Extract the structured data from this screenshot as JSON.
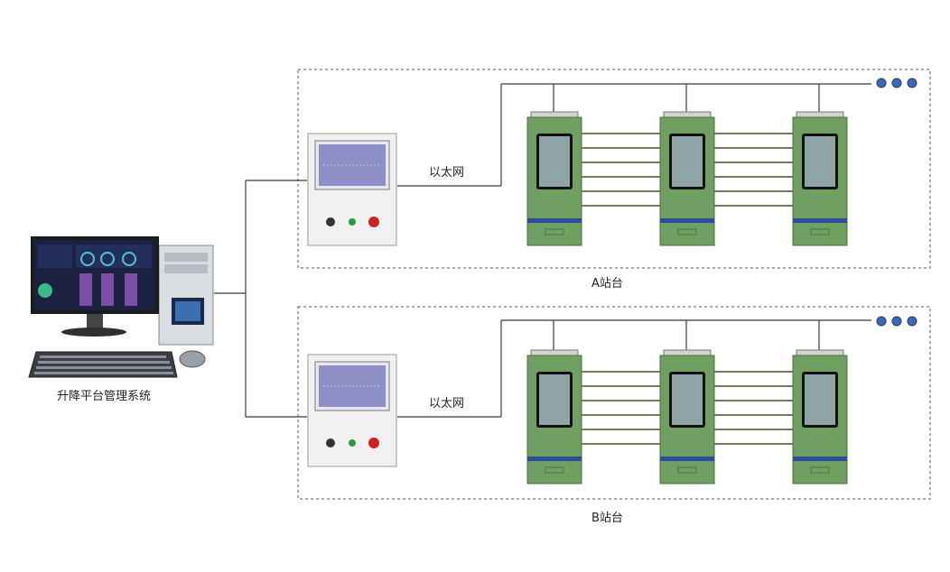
{
  "host": {
    "label": "升降平台管理系统"
  },
  "stations": [
    {
      "label": "A站台",
      "link_label": "以太网"
    },
    {
      "label": "B站台",
      "link_label": "以太网"
    }
  ],
  "colors": {
    "line": "#3a3a3a",
    "gate_body": "#6fa062",
    "gate_band": "#2a4c9c",
    "screen": "#8fa5a5",
    "dots": "#3d68b2",
    "control_screen": "#8f8fc8",
    "button_red": "#cc2222",
    "button_green": "#2e9a3c",
    "button_black": "#333333"
  },
  "icons": [
    "computer-icon",
    "control-cabinet-icon",
    "platform-gate-icon",
    "ellipsis-icon"
  ]
}
